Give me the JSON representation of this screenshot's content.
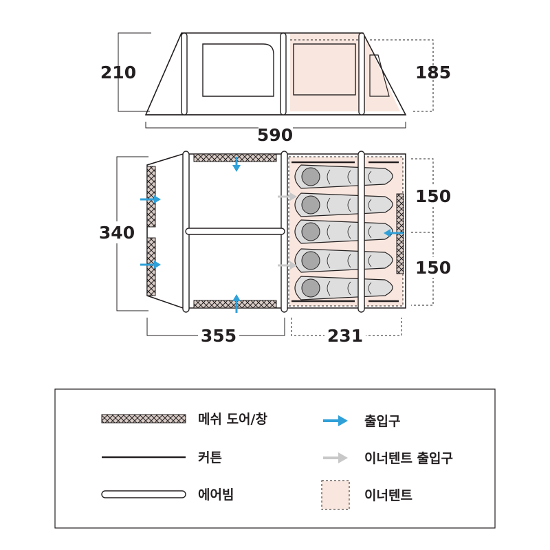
{
  "dimensions": {
    "side_height_left": "210",
    "side_height_right": "185",
    "total_length": "590",
    "floor_width": "340",
    "living_length": "355",
    "inner_length": "231",
    "inner_width_top": "150",
    "inner_width_bottom": "150"
  },
  "legend": {
    "mesh_door_window": "메쉬 도어/창",
    "curtain": "커튼",
    "air_beam": "에어빔",
    "entrance": "출입구",
    "inner_tent_entrance": "이너텐트 출입구",
    "inner_tent": "이너텐트"
  },
  "colors": {
    "line": "#231f20",
    "inner_tent_fill": "#f9e7df",
    "entrance_arrow": "#2fa0d8",
    "inner_entrance_arrow": "#c8c8c8",
    "sleeping_bag": "#dedede",
    "mesh_fill": "#d9ccc6"
  },
  "icons": {
    "entrance": "blue-arrow-icon",
    "inner_tent_entrance": "gray-arrow-icon"
  }
}
